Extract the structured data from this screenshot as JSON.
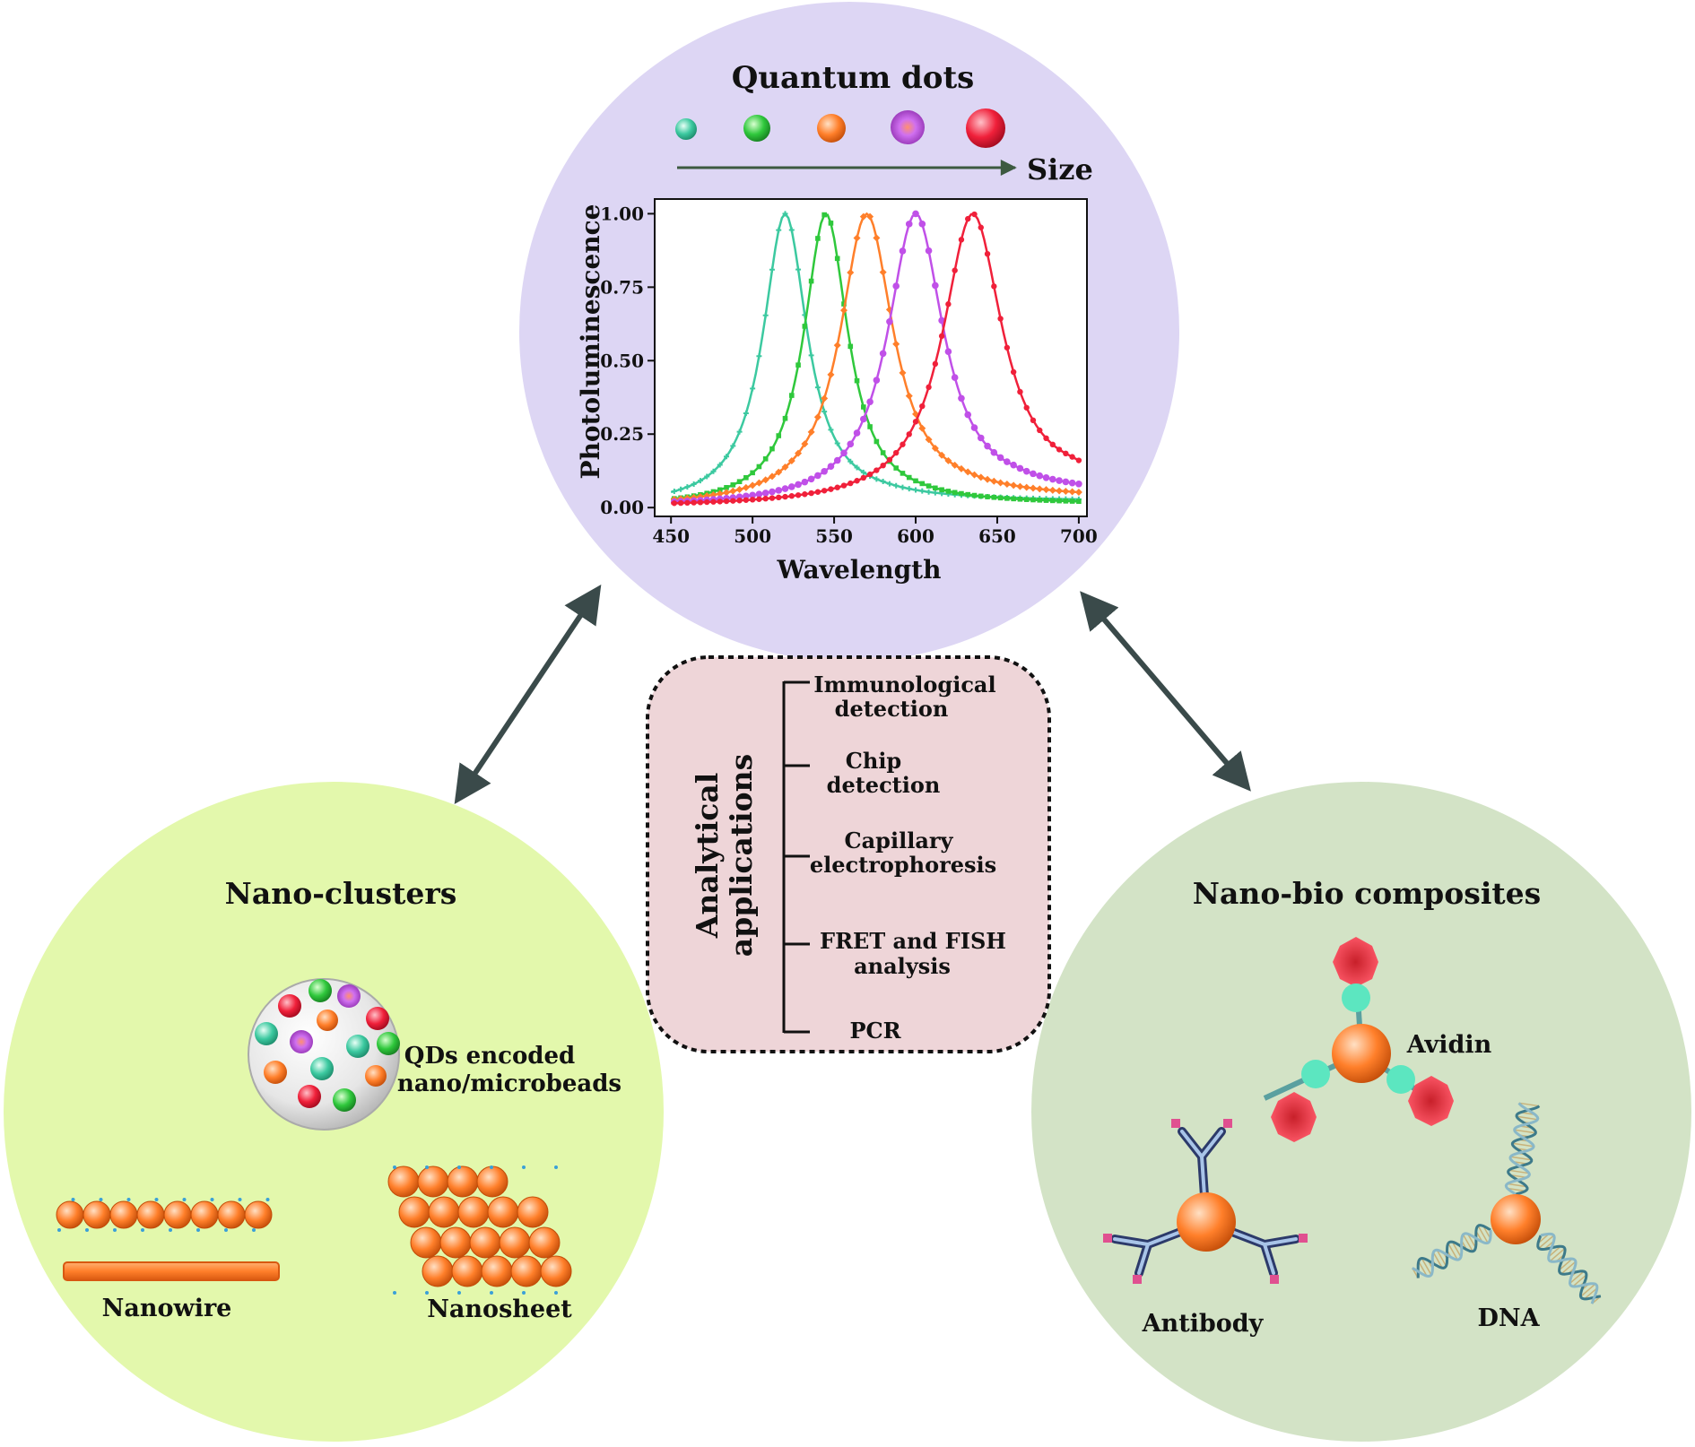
{
  "colors": {
    "qd_circle": "#ddd6f4",
    "clusters_circle": "#e3f8ac",
    "bio_circle": "#d3e3c6",
    "apps_box": "#eed5d8",
    "arrow": "#3a4a4a",
    "teal": "#3cc9a0",
    "green": "#2fc83c",
    "orange": "#ff7f2a",
    "violet": "#c050e8",
    "red": "#f0203a"
  },
  "quantum_dots": {
    "title": "Quantum dots",
    "size_label": "Size",
    "dot_colors": [
      "teal",
      "green",
      "orange",
      "violet",
      "red"
    ]
  },
  "chart_data": {
    "type": "line",
    "xlabel": "Wavelength",
    "ylabel": "Photoluminescence",
    "xlim": [
      440,
      705
    ],
    "ylim": [
      -0.03,
      1.05
    ],
    "x_ticks": [
      "450",
      "500",
      "550",
      "600",
      "650",
      "700"
    ],
    "y_ticks": [
      "0.00",
      "0.25",
      "0.50",
      "0.75",
      "1.00"
    ],
    "grid": false,
    "series": [
      {
        "color": "#3cc9a0",
        "peak_wavelength": 520,
        "fwhm": 33,
        "marker": "cross",
        "tail_at_700": 0.02
      },
      {
        "color": "#2fc83c",
        "peak_wavelength": 545,
        "fwhm": 33,
        "marker": "square",
        "tail_at_700": 0.01
      },
      {
        "color": "#ff7f2a",
        "peak_wavelength": 570,
        "fwhm": 40,
        "marker": "diamond",
        "tail_at_700": 0.03
      },
      {
        "color": "#c050e8",
        "peak_wavelength": 600,
        "fwhm": 42,
        "marker": "hexagon",
        "tail_at_700": 0.04
      },
      {
        "color": "#f0203a",
        "peak_wavelength": 635,
        "fwhm": 45,
        "marker": "circle",
        "tail_at_700": 0.06
      }
    ]
  },
  "applications": {
    "heading_line1": "Analytical",
    "heading_line2": "applications",
    "items": [
      {
        "line1": "Immunological",
        "line2": "detection"
      },
      {
        "line1": "Chip",
        "line2": "detection"
      },
      {
        "line1": "Capillary",
        "line2": "electrophoresis"
      },
      {
        "line1": "FRET and FISH",
        "line2": "analysis"
      },
      {
        "line1": "PCR",
        "line2": ""
      }
    ]
  },
  "nano_clusters": {
    "title": "Nano-clusters",
    "bead_label_line1": "QDs encoded",
    "bead_label_line2": "nano/microbeads",
    "nanowire_label": "Nanowire",
    "nanosheet_label": "Nanosheet"
  },
  "nano_bio": {
    "title": "Nano-bio composites",
    "avidin_label": "Avidin",
    "antibody_label": "Antibody",
    "dna_label": "DNA"
  }
}
